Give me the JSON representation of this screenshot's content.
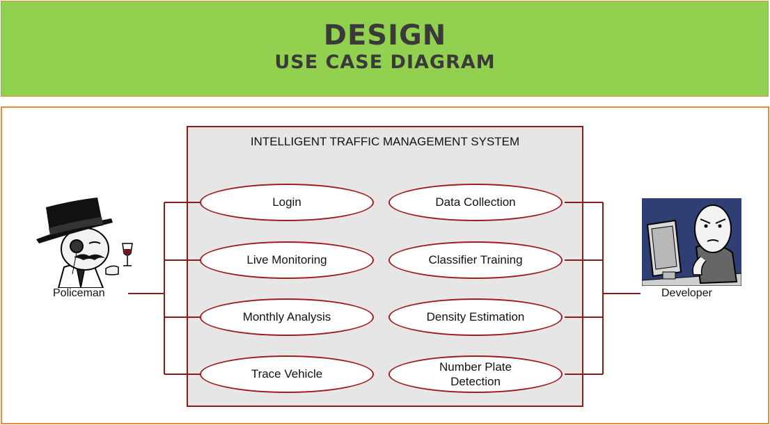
{
  "header": {
    "title": "DESIGN",
    "subtitle": "USE CASE DIAGRAM"
  },
  "system": {
    "name": "INTELLIGENT TRAFFIC MANAGEMENT SYSTEM"
  },
  "actors": {
    "left": {
      "label": "Policeman",
      "icon": "policeman-meme-icon"
    },
    "right": {
      "label": "Developer",
      "icon": "developer-meme-icon"
    }
  },
  "use_cases_left": [
    {
      "label": "Login"
    },
    {
      "label": "Live Monitoring"
    },
    {
      "label": "Monthly Analysis"
    },
    {
      "label": "Trace Vehicle"
    }
  ],
  "use_cases_right": [
    {
      "label": "Data Collection"
    },
    {
      "label": "Classifier Training"
    },
    {
      "label": "Density Estimation"
    },
    {
      "label": "Number  Plate\nDetection"
    }
  ],
  "colors": {
    "banner": "#92d050",
    "border": "#e98a3a",
    "system_bg": "#e6e6e6",
    "connector": "#8b1a1a"
  }
}
